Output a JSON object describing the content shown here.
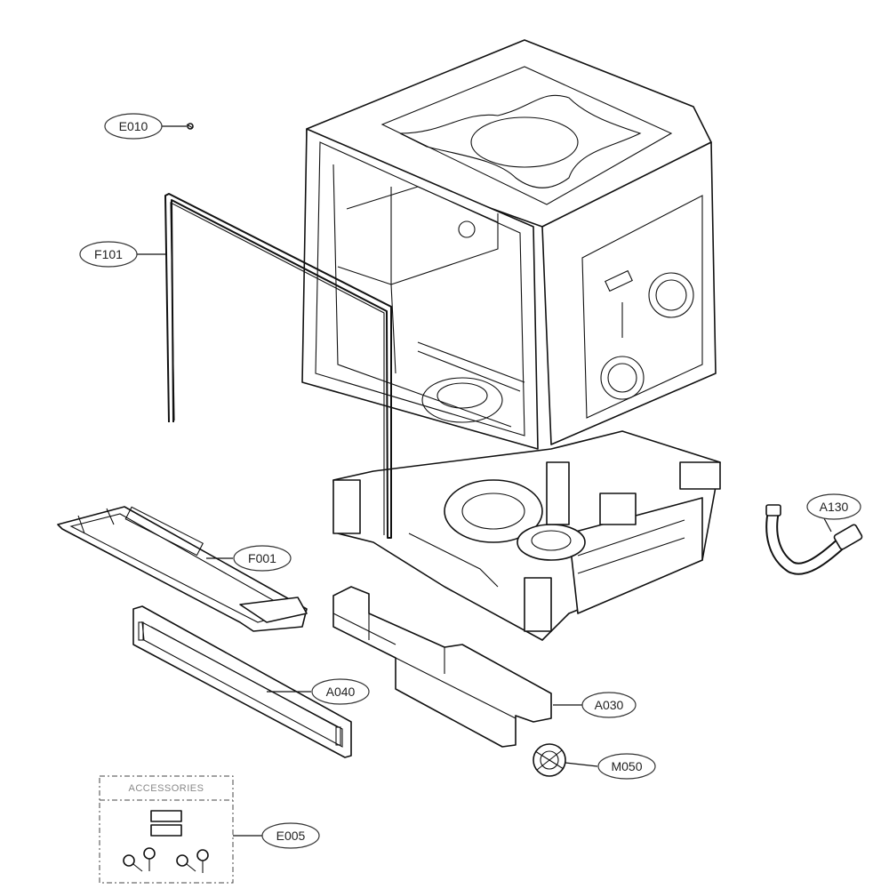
{
  "callouts": {
    "e010": "E010",
    "f101": "F101",
    "f001": "F001",
    "a130": "A130",
    "a040": "A040",
    "a030": "A030",
    "m050": "M050",
    "e005": "E005"
  },
  "accessories": {
    "title": "ACCESSORIES"
  }
}
